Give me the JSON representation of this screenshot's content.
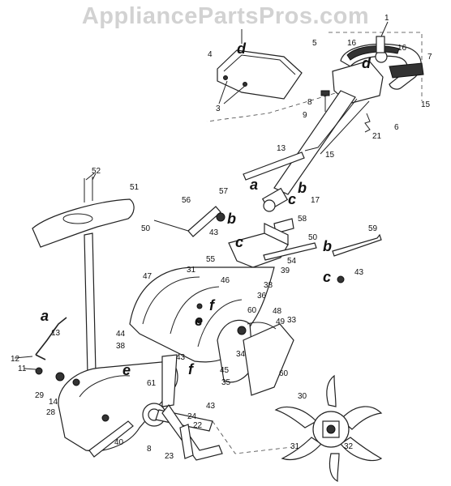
{
  "watermark": "AppliancePartsPros.com",
  "callouts": {
    "n1": "1",
    "n3": "3",
    "n4": "4",
    "n5": "5",
    "n6": "6",
    "n7": "7",
    "n8": "8",
    "n8b": "8",
    "n9": "9",
    "n11": "11",
    "n12": "12",
    "n13": "13",
    "n13b": "13",
    "n14": "14",
    "n15": "15",
    "n15b": "15",
    "n16": "16",
    "n16b": "16",
    "n17": "17",
    "n21": "21",
    "n22": "22",
    "n23": "23",
    "n24": "24",
    "n28": "28",
    "n29": "29",
    "n30": "30",
    "n31": "31",
    "n31b": "31",
    "n32": "32",
    "n33": "33",
    "n34": "34",
    "n35": "35",
    "n36": "36",
    "n38": "38",
    "n38b": "38",
    "n39": "39",
    "n40": "40",
    "n43": "43",
    "n43b": "43",
    "n43c": "43",
    "n43d": "43",
    "n44": "44",
    "n45": "45",
    "n46": "46",
    "n47": "47",
    "n48": "48",
    "n49": "49",
    "n50": "50",
    "n50b": "50",
    "n51": "51",
    "n52": "52",
    "n54": "54",
    "n55": "55",
    "n56": "56",
    "n57": "57",
    "n58": "58",
    "n59": "59",
    "n60": "60",
    "n60b": "60",
    "n61": "61"
  },
  "letters": {
    "d1": "d",
    "d2": "d",
    "a1": "a",
    "a2": "a",
    "b1": "b",
    "b2": "b",
    "b3": "b",
    "c1": "c",
    "c2": "c",
    "c3": "c",
    "e1": "e",
    "e2": "e",
    "f1": "f",
    "f2": "f"
  }
}
